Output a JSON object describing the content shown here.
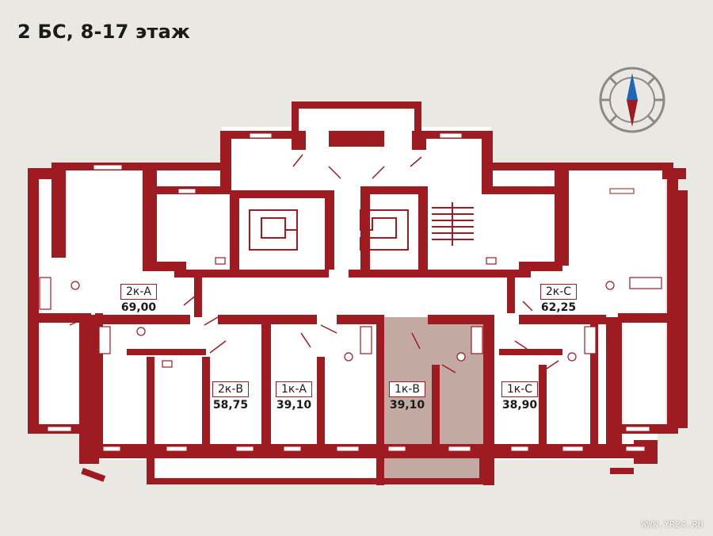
{
  "title": "2 БС, 8-17 этаж",
  "colors": {
    "wall": "#9e1b22",
    "floor": "#ffffff",
    "background": "#e9e8e2",
    "highlight": "#c2aaa2",
    "compass_north": "#1f66b8",
    "compass_south": "#9e1b22"
  },
  "units": [
    {
      "code": "2к-A",
      "area": "69,00"
    },
    {
      "code": "2к-C",
      "area": "62,25"
    },
    {
      "code": "2к-B",
      "area": "58,75"
    },
    {
      "code": "1к-A",
      "area": "39,10"
    },
    {
      "code": "1к-B",
      "area": "39,10",
      "highlighted": true
    },
    {
      "code": "1к-C",
      "area": "38,90"
    }
  ],
  "compass": {
    "icon": "compass-icon"
  },
  "watermark": "WWW.YR24.RU"
}
